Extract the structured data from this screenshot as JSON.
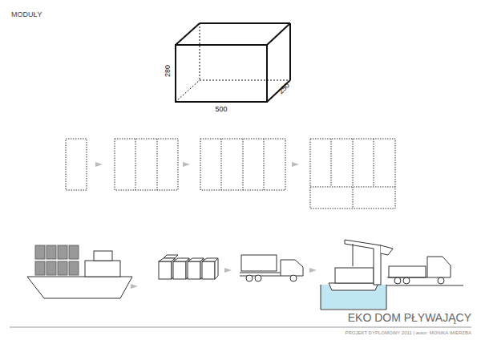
{
  "diagram": {
    "title": "MODUŁY",
    "labels": [
      "280",
      "250",
      "500",
      "EKO DOM PŁYWAJĄCY",
      "PROJEKT DYPLOMOWY 2011 | autor: MONIKA WIERZBA"
    ]
  }
}
